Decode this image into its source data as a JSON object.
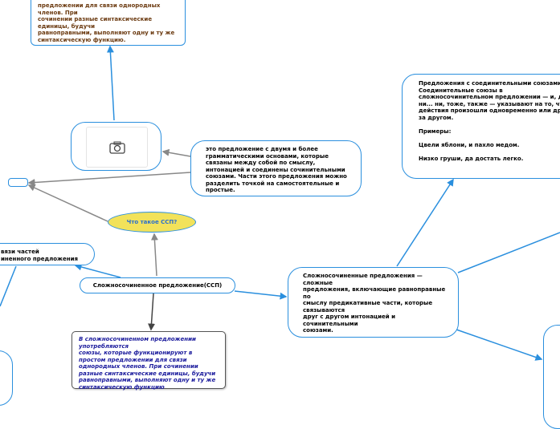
{
  "nodes": {
    "top_left": "предложении для связи однородных членов. При\nсочинении разные синтаксические единицы, будучи\nравноправными, выполняют одну и ту же синтаксическую функцию.",
    "definition": "это предложение с двумя и более грамматическими основами, которые связаны между собой по смыслу, интонацией и соединены сочинительными союзами. Части этого предложения можно разделить точкой на самостоятельные и простые.",
    "question": "Что такое ССП?",
    "main": "Сложносочиненное предложение(ССП)",
    "left_partial": "вязи частей\nиненного предложения",
    "bottom": "В сложносочиненном предложении употребляются\nсоюзы, которые функционируют в простом предложении для связи однородных членов. При сочинении разные синтаксические единицы, будучи\nравноправными, выполняют одну и ту же синтаксическую функцию",
    "right": "Сложносочиненные предложения — сложные\nпредложения, включающие равноправные по\nсмыслу предикативные части, которые связываются\nдруг с другом интонацией и сочинительными\nсоюзами.",
    "top_right": "Предложения с соединительными союзами\nСоединительные союзы в сложносочинительном предложении — и, да, ни... ни, тоже, также — указывают на то, что действия произошли одновременно или друг за другом.\n\nПримеры:\n\nЦвели яблони, и пахло медом.\n\nНизко груши, да достать легко."
  },
  "icons": {
    "image_node": "camera-icon"
  },
  "colors": {
    "blue_link": "#2a8fde",
    "question_fill": "#f2e25a",
    "bottom_text": "#1a1a9c",
    "top_left_text": "#6b3a10"
  }
}
